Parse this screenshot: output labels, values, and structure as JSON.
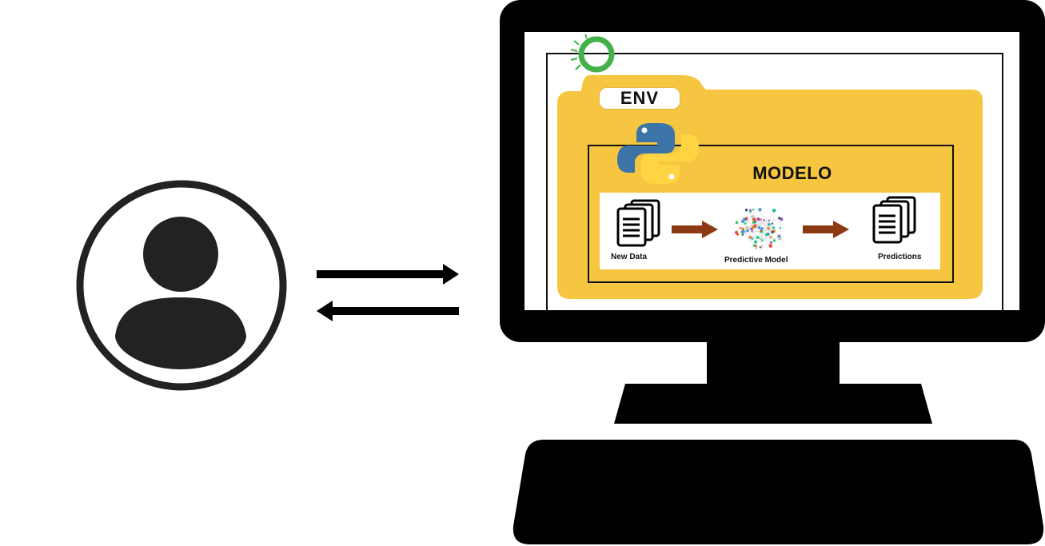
{
  "environment": {
    "label": "ENV"
  },
  "model_panel": {
    "title": "MODELO"
  },
  "pipeline": {
    "steps": [
      {
        "label": "New Data",
        "icon": "documents-icon"
      },
      {
        "label": "Predictive Model",
        "icon": "network-graph-icon"
      },
      {
        "label": "Predictions",
        "icon": "documents-icon"
      }
    ]
  },
  "colors": {
    "folder": "#F6C640",
    "folder_tab": "#F8CD55",
    "python_blue": "#3C74A8",
    "python_yellow": "#FFD443",
    "conda_green": "#43B049",
    "pipeline_arrow": "#8B3A14",
    "ink": "#000000"
  },
  "icons": {
    "user": "user-avatar-icon",
    "exchange": "bidirectional-arrows-icon",
    "env_logo": "conda-ring-icon",
    "language": "python-logo-icon"
  }
}
